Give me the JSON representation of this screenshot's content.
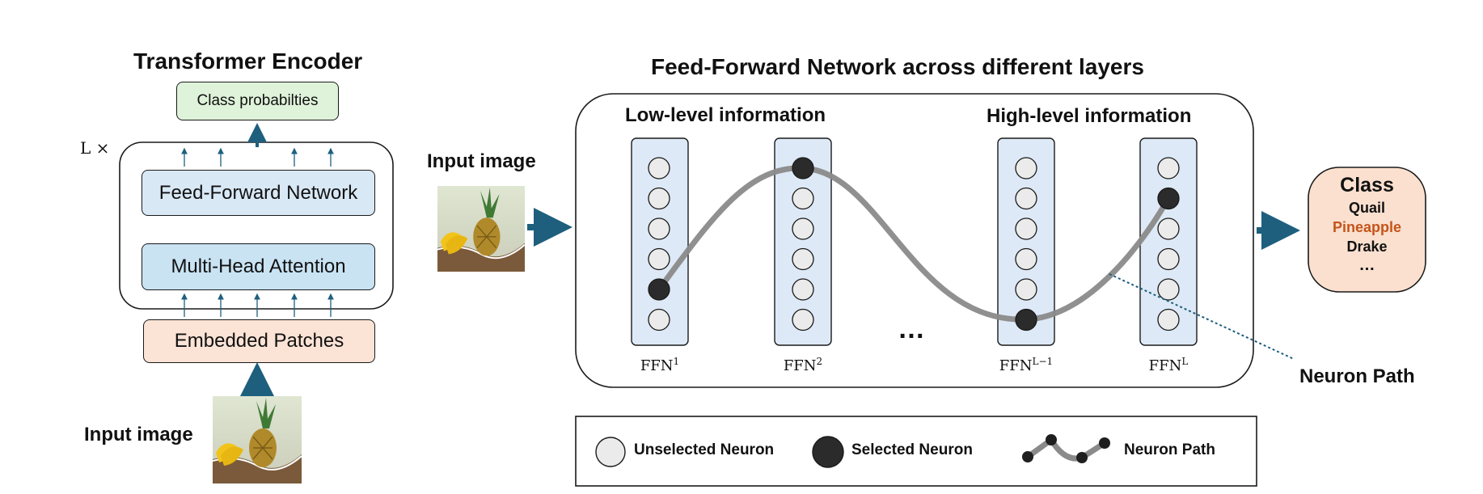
{
  "left": {
    "title": "Transformer Encoder",
    "class_probs": "Class probabilties",
    "repeat": "L ×",
    "ffn": "Feed-Forward Network",
    "mha": "Multi-Head Attention",
    "embedded": "Embedded Patches",
    "input_label": "Input image"
  },
  "middle": {
    "input_label": "Input image"
  },
  "right": {
    "title": "Feed-Forward Network across different layers",
    "low_level": "Low-level information",
    "high_level": "High-level information",
    "ffn_labels": [
      {
        "base": "FFN",
        "sup": "1"
      },
      {
        "base": "FFN",
        "sup": "2"
      },
      {
        "base": "FFN",
        "sup": "L−1"
      },
      {
        "base": "FFN",
        "sup": "L"
      }
    ],
    "ellipsis": "…",
    "selected_neuron_index": [
      4,
      0,
      5,
      1
    ],
    "neuron_path_label": "Neuron Path"
  },
  "output": {
    "title": "Class",
    "items": [
      "Quail",
      "Pineapple",
      "Drake",
      "…"
    ],
    "highlight_index": 1,
    "highlight_color": "#c5541a"
  },
  "legend": {
    "unselected": "Unselected Neuron",
    "selected": "Selected Neuron",
    "path": "Neuron Path"
  },
  "colors": {
    "arrow": "#1e5f7e",
    "ffn_column_fill": "#dde9f6",
    "green_box": "#dff2da",
    "blue_box": "#d9e8f5",
    "blue_box_mha": "#c9e3f3",
    "embed_box": "#fbe3d5",
    "output_box": "#fbe0cf",
    "neuron_unselected": "#ebebeb",
    "neuron_selected": "#2b2b2b",
    "path_line": "#8a8a8a"
  }
}
